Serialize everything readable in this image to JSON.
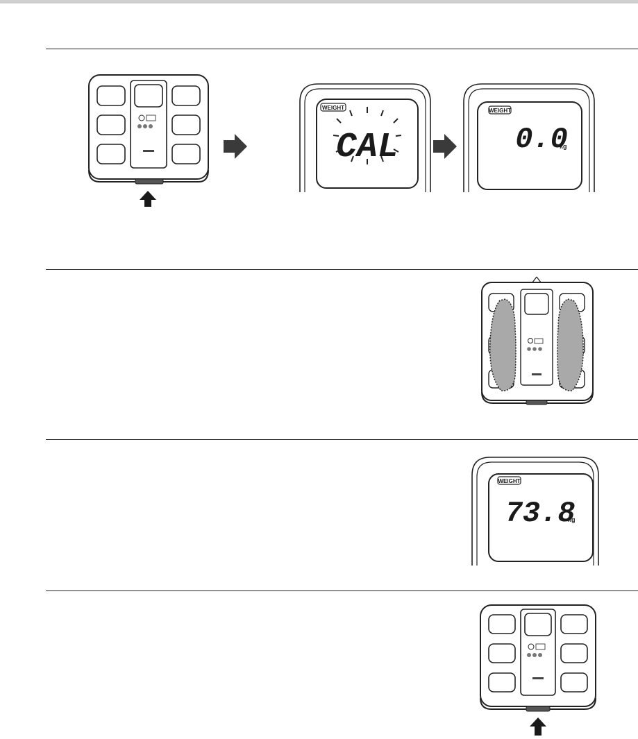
{
  "figures": {
    "lcd_calibrating": {
      "mode_label": "WEIGHT",
      "reading": "CAL"
    },
    "lcd_zero": {
      "mode_label": "WEIGHT",
      "reading": "0.0",
      "unit": "kg"
    },
    "lcd_measured": {
      "mode_label": "WEIGHT",
      "reading": "73.8",
      "unit": "kg"
    }
  },
  "icons": {
    "arrow": "right-arrow-icon",
    "press": "up-arrow-icon"
  },
  "colors": {
    "line": "#222222",
    "arrow_fill": "#3a3a3a",
    "foot_fill": "#a9a9a9"
  }
}
